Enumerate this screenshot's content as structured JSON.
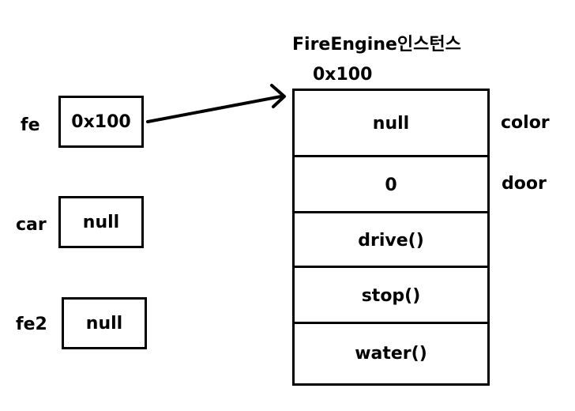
{
  "instance": {
    "title": "FireEngine인스턴스",
    "address": "0x100",
    "slots": [
      {
        "value": "null",
        "field": "color"
      },
      {
        "value": "0",
        "field": "door"
      },
      {
        "value": "drive()",
        "field": ""
      },
      {
        "value": "stop()",
        "field": ""
      },
      {
        "value": "water()",
        "field": ""
      }
    ]
  },
  "variables": [
    {
      "name": "fe",
      "value": "0x100"
    },
    {
      "name": "car",
      "value": "null"
    },
    {
      "name": "fe2",
      "value": "null"
    }
  ]
}
